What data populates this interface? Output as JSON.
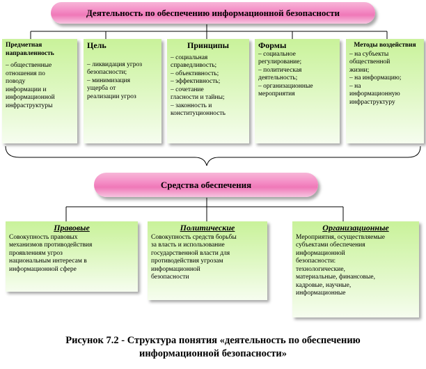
{
  "header": {
    "title": "Деятельность по обеспечению информационной безопасности"
  },
  "top_boxes": [
    {
      "title": "Предметная направленность",
      "text": "– общественные\nотношения по\nповоду\nинформации и\nинформационной\nинфраструктуры"
    },
    {
      "title": "Цель",
      "text": "– ликвидация угроз\nбезопасности;\n– минимизация\nущерба от\nреализации угроз"
    },
    {
      "title": "Принципы",
      "text": "– социальная\nсправедливость;\n– объективность;\n– эффективность;\n– сочетание\nгласности и тайны;\n– законность и\nконституционность"
    },
    {
      "title": "Формы",
      "text": "– социальное\nрегулирование;\n– политическая\nдеятельность;\n– организационные\nмероприятия"
    },
    {
      "title": "Методы воздействия",
      "text": "– на субъекты\nобщественной\nжизни;\n– на информацию;\n– на\nинформационную\nинфраструктуру"
    }
  ],
  "middle": {
    "title": "Средства обеспечения"
  },
  "bottom_boxes": [
    {
      "title": "Правовые",
      "text": "Совокупность правовых\nмеханизмов противодействия\nпроявлениям угроз\nнациональным интересам в\nинформационной сфере"
    },
    {
      "title": "Политические",
      "text": "Совокупность средств борьбы\nза власть и использование\nгосударственной власти для\nпротиводействия угрозам\nинформационной\nбезопасности"
    },
    {
      "title": "Организационные",
      "text": "Мероприятия, осуществляемые\nсубъектами обеспечения\nинформационной\nбезопасности:\nтехнологические,\nматериальные, финансовые,\nкадровые, научные,\nинформационные"
    }
  ],
  "caption": {
    "line1": "Рисунок 7.2 - Структура понятия «деятельность по обеспечению",
    "line2": "информационной безопасности»"
  }
}
